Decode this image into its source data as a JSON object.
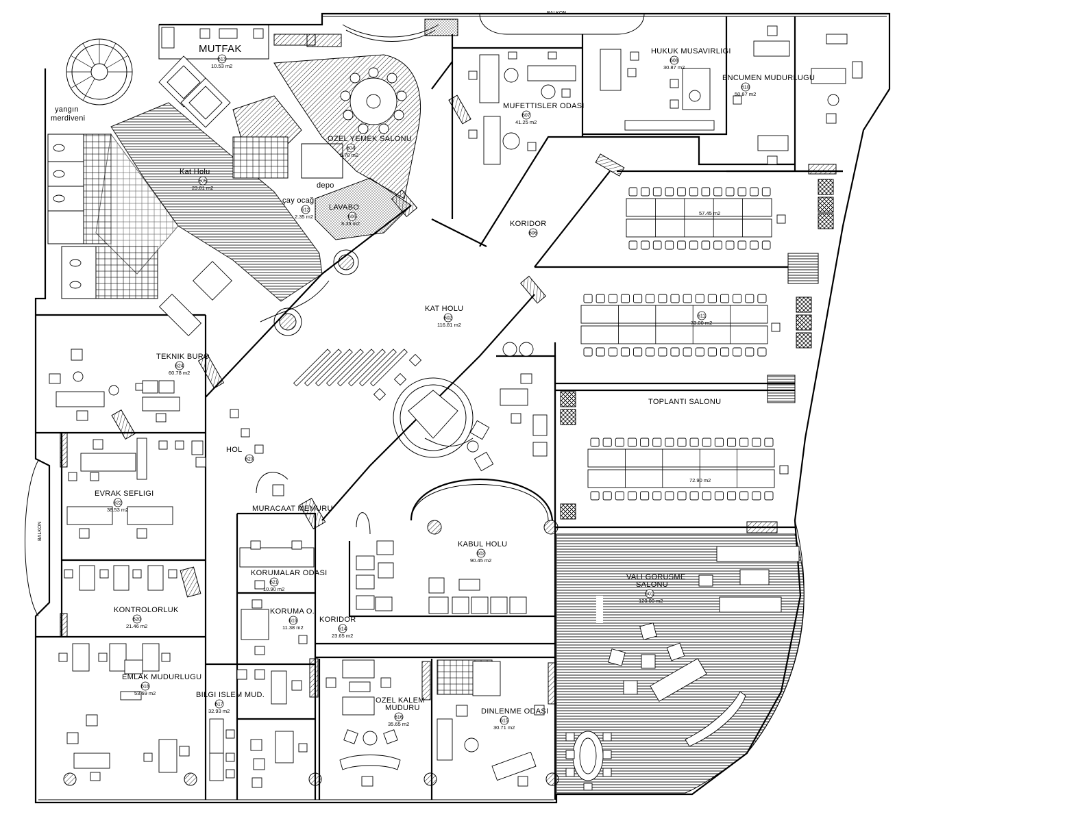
{
  "plan": {
    "balcony_labels": {
      "top": "BALKON",
      "left": "BALKON"
    },
    "stair_label": [
      "yangın",
      "merdiveni"
    ],
    "rooms": [
      {
        "id": "mutfak",
        "name": "MUTFAK",
        "number": "613",
        "area": "10.53 m2",
        "size": "large"
      },
      {
        "id": "kat-holu-small",
        "name": "Kat Holu",
        "number": "605",
        "area": "23.81 m2"
      },
      {
        "id": "depo",
        "name": "depo"
      },
      {
        "id": "cay-ocagi",
        "name": "çay ocağı",
        "number": "612",
        "area": "2.35 m2"
      },
      {
        "id": "lavabo",
        "name": "LAVABO",
        "number": "606",
        "area": "8.35 m2"
      },
      {
        "id": "ozel-yemek",
        "name": "OZEL YEMEK SALONU",
        "number": "604",
        "area": "5.70 m2"
      },
      {
        "id": "mufettisler",
        "name": "MUFETTISLER ODASI",
        "number": "607",
        "area": "41.25 m2"
      },
      {
        "id": "hukuk",
        "name": "HUKUK MUSAVIRLIGI",
        "number": "608",
        "area": "30.87 m2"
      },
      {
        "id": "encumen",
        "name": "ENCUMEN MUDURLUGU",
        "number": "610",
        "area": "50.87 m2"
      },
      {
        "id": "koridor-top",
        "name": "KORIDOR",
        "number": "606"
      },
      {
        "id": "toplanti-1",
        "area": "57.45 m2"
      },
      {
        "id": "toplanti-2",
        "number": "611",
        "area": "73.00 m2"
      },
      {
        "id": "toplanti-3",
        "area": "72.90 m2"
      },
      {
        "id": "toplanti-label",
        "name": "TOPLANTI SALONU"
      },
      {
        "id": "kat-holu-main",
        "name": "KAT HOLU",
        "number": "602",
        "area": "116.81 m2"
      },
      {
        "id": "teknik-buro",
        "name": "TEKNIK BURO",
        "number": "624",
        "area": "60.78 m2"
      },
      {
        "id": "hol",
        "name": "HOL",
        "number": "623"
      },
      {
        "id": "evrak",
        "name": "EVRAK SEFLIGI",
        "number": "622",
        "area": "38.53 m2"
      },
      {
        "id": "muracaat",
        "name": "MURACAAT MEMURU"
      },
      {
        "id": "korumalar",
        "name": "KORUMALAR ODASI",
        "number": "621",
        "area": "10.90 m2"
      },
      {
        "id": "koruma",
        "name": "KORUMA O.",
        "number": "619",
        "area": "11.38 m2"
      },
      {
        "id": "kontrolorluk",
        "name": "KONTROLORLUK",
        "number": "620",
        "area": "21.46 m2"
      },
      {
        "id": "kabul-holu",
        "name": "KABUL HOLU",
        "number": "602",
        "area": "90.45 m2"
      },
      {
        "id": "koridor-bottom",
        "name": "KORIDOR",
        "number": "614",
        "area": "23.65 m2"
      },
      {
        "id": "vali",
        "name": "VALI GORUSME SALONU",
        "number": "601",
        "area": "120.00 m2"
      },
      {
        "id": "emlak",
        "name": "EMLAK MUDURLUGU",
        "number": "618",
        "area": "53.69 m2"
      },
      {
        "id": "bilgi",
        "name": "BILGI ISLEM MUD.",
        "number": "617",
        "area": "32.93 m2"
      },
      {
        "id": "ozel-kalem",
        "name": "OZEL KALEM MUDURU",
        "number": "616",
        "area": "35.65 m2"
      },
      {
        "id": "dinlenme",
        "name": "DINLENME ODASI",
        "number": "615",
        "area": "30.71 m2"
      }
    ]
  }
}
